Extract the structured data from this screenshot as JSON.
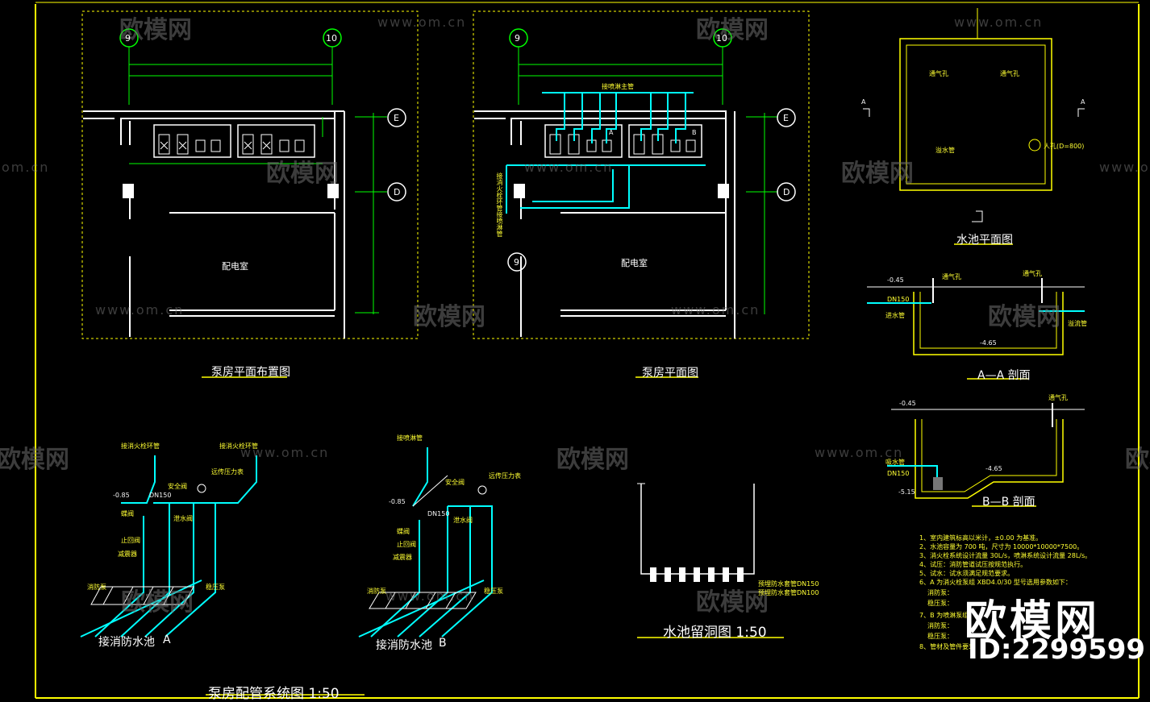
{
  "colors": {
    "background": "#000000",
    "frame": "#ffff00",
    "wall": "#ffffff",
    "pipe": "#00ffff",
    "dimension": "#00ff00",
    "watermark": "#6e6e6e"
  },
  "watermark": {
    "brand": "欧模网",
    "url": "www.om.cn",
    "url_partial": "om.cn"
  },
  "views": {
    "pump_room_layout": {
      "title": "泵房平面布置图",
      "axis_left": "9",
      "axis_right": "10",
      "axis_e": "E",
      "axis_d": "D",
      "room_label": "配电室"
    },
    "pump_room_plan": {
      "title": "泵房平面图",
      "axis_left": "9",
      "axis_right": "10",
      "axis_e": "E",
      "axis_d": "D",
      "axis_9_low": "9",
      "room_label": "配电室",
      "group_a": "A",
      "group_b": "B",
      "pipe_note_top": "接喷淋主管",
      "pipe_note_side": "接消火栓环管",
      "pipe_note_side2": "接喷淋管"
    },
    "pool_plan": {
      "title": "水池平面图",
      "vent1": "通气孔",
      "vent2": "通气孔",
      "drain": "溢水管",
      "manhole": "人孔(D=800)",
      "sec_a": "A",
      "sec_a2": "A"
    },
    "section_aa": {
      "title": "A—A 剖面",
      "vent1": "通气孔",
      "vent2": "通气孔",
      "level1": "-0.45",
      "level2": "-4.65",
      "inlet": "进水管",
      "overflow": "溢流管",
      "dn": "DN150"
    },
    "section_bb": {
      "title": "B—B 剖面",
      "vent": "通气孔",
      "level1": "-0.45",
      "level2": "-4.65",
      "level3": "-5.15",
      "suction": "吸水管",
      "dn": "DN150"
    },
    "system_a": {
      "ring_left": "接消火栓环管",
      "ring_right": "接消火栓环管",
      "relief_valve": "安全阀",
      "gauge": "远传压力表",
      "check_valve": "泄水阀",
      "butterfly": "蝶阀",
      "stop_check": "止回阀",
      "reducer": "减震器",
      "fire_pump": "消防泵",
      "stabilizer": "稳压泵",
      "pool_label": "接消防水池",
      "letter": "A",
      "dn": "DN150",
      "level": "-0.85"
    },
    "system_b": {
      "spray_main": "接喷淋管",
      "relief_valve": "安全阀",
      "gauge": "远传压力表",
      "check_valve": "泄水阀",
      "butterfly": "蝶阀",
      "stop_check": "止回阀",
      "reducer": "减震器",
      "fire_pump": "消防泵",
      "stabilizer": "稳压泵",
      "pool_label": "接消防水池",
      "letter": "B",
      "dn": "DN150",
      "level": "-0.85"
    },
    "pool_opening": {
      "title": "水池留洞图 1:50",
      "note1": "预埋防水套管DN150",
      "note2": "预埋防水套管DN100"
    },
    "system_title": "泵房配管系统图 1:50"
  },
  "notes": [
    "1、室内建筑标高以米计，±0.00 为基准。",
    "2、水池容量为 700 吨，尺寸为 10000*10000*7500。",
    "3、消火栓系统设计流量 30L/s，喷淋系统设计流量 28L/s。",
    "4、试压：消防管道试压按规范执行。",
    "5、试水：试水须满足规范要求。",
    "6、A 为消火栓泵组 XBD4.0/30 型号选用参数如下：",
    "消防泵：",
    "稳压泵：",
    "7、B 为喷淋泵组",
    "消防泵：",
    "稳压泵：",
    "8、管材及管件要求"
  ],
  "brand_badge": {
    "name": "欧模网",
    "id": "ID:2299599"
  }
}
